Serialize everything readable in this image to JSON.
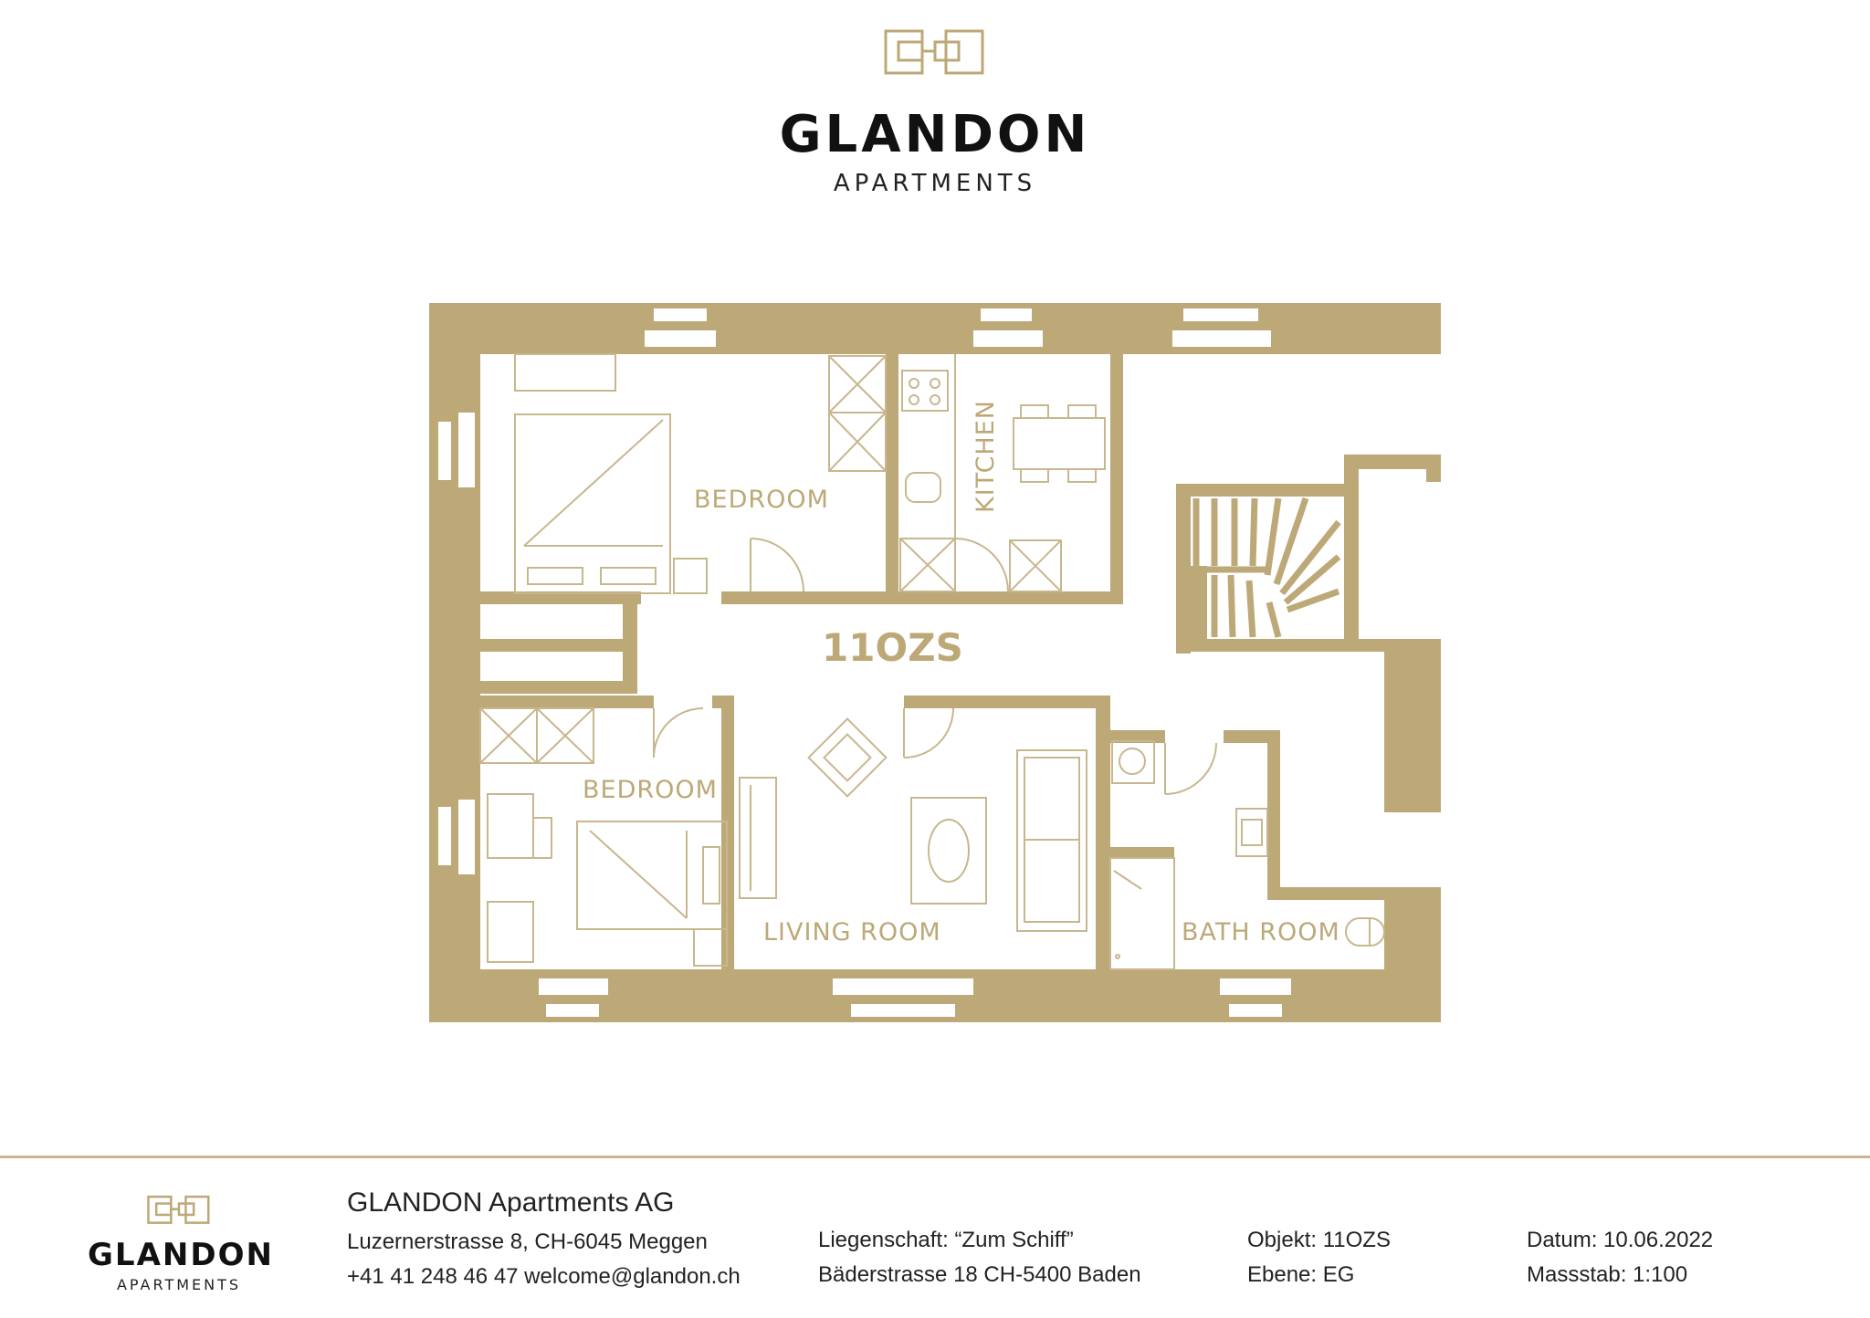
{
  "brand": {
    "name": "GLANDON",
    "subtitle": "APARTMENTS"
  },
  "plan": {
    "unit": "11OZS",
    "rooms": {
      "bedroom_1": "BEDROOM",
      "kitchen": "KITCHEN",
      "bedroom_2": "BEDROOM",
      "living_room": "LIVING ROOM",
      "bath_room": "BATH ROOM"
    }
  },
  "footer": {
    "company": "GLANDON Apartments AG",
    "address": "Luzernerstrasse 8, CH-6045 Meggen",
    "contact": "+41 41 248 46 47 welcome@glandon.ch",
    "property": "Liegenschaft: “Zum Schiff”",
    "property_address": "Bäderstrasse 18  CH-5400 Baden",
    "object": "Objekt: 11OZS",
    "level": "Ebene:  EG",
    "date": "Datum: 10.06.2022",
    "scale": "Massstab: 1:100"
  },
  "colors": {
    "wall": "#bda877",
    "line": "#c8b78e",
    "rule": "#c9b48a"
  },
  "icons": [
    "glandon-logo-icon"
  ]
}
